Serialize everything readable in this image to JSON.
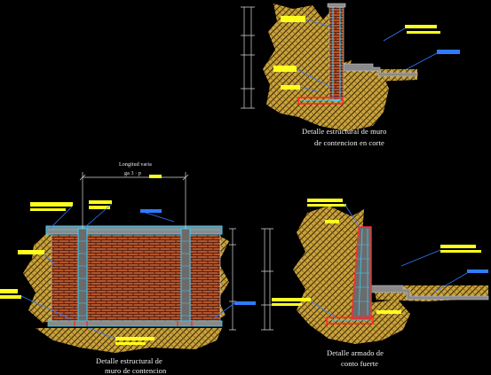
{
  "drawing": {
    "panels": [
      {
        "id": "top",
        "caption_lines": [
          "Detalle estructural de muro",
          "de contencion en corte"
        ]
      },
      {
        "id": "bottom-left",
        "caption_lines": [
          "Detalle estructural de",
          "muro de contencion"
        ],
        "dimension_label": "Longitud varia",
        "dimension_sub": "ga 3 · p"
      },
      {
        "id": "bottom-right",
        "caption_lines": [
          "Detalle armado de",
          "conto fuerte"
        ]
      }
    ],
    "colors": {
      "background": "#000000",
      "brick": "#b5552c",
      "brick_mortar": "#3a140a",
      "soil_fill": "#c9a23c",
      "soil_hatch": "#3a2a05",
      "rebar": "#35d0ff",
      "footing": "#ff2a2a",
      "slab": "#8a8a8a",
      "label": "#ffff1e",
      "leader": "#2f7bff",
      "dimension": "#d8d8d8",
      "caption": "#f2f2f2"
    }
  }
}
